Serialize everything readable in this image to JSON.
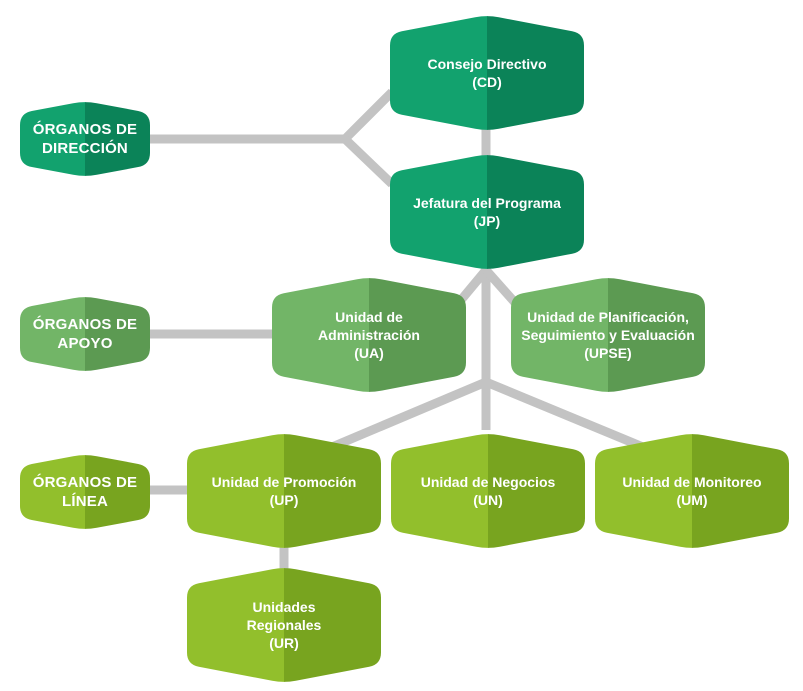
{
  "colors": {
    "connector": "#c3c3c3",
    "direccion": [
      "#12a26e",
      "#0b8358"
    ],
    "apoyo": [
      "#72b567",
      "#5c9a52"
    ],
    "linea": [
      "#92bf2c",
      "#78a41f"
    ]
  },
  "side_labels": {
    "direccion": [
      "ÓRGANOS DE",
      "DIRECCIÓN"
    ],
    "apoyo": [
      "ÓRGANOS DE",
      "APOYO"
    ],
    "linea": [
      "ÓRGANOS DE",
      "LÍNEA"
    ]
  },
  "units": {
    "cd": [
      "Consejo Directivo",
      "(CD)"
    ],
    "jp": [
      "Jefatura del Programa",
      "(JP)"
    ],
    "ua": [
      "Unidad de",
      "Administración",
      "(UA)"
    ],
    "upse": [
      "Unidad de Planificación,",
      "Seguimiento y Evaluación",
      "(UPSE)"
    ],
    "up": [
      "Unidad de Promoción",
      "(UP)"
    ],
    "un": [
      "Unidad de Negocios",
      "(UN)"
    ],
    "um": [
      "Unidad de Monitoreo",
      "(UM)"
    ],
    "ur": [
      "Unidades",
      "Regionales",
      "(UR)"
    ]
  }
}
